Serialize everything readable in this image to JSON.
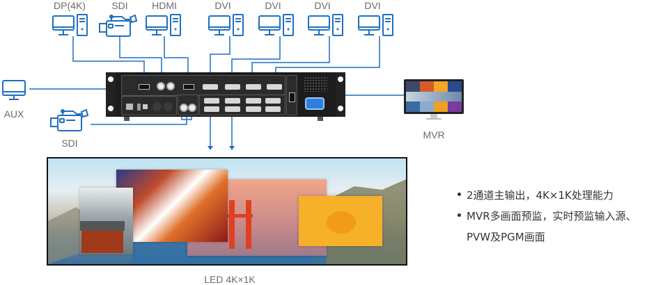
{
  "inputs_top": [
    {
      "label": "DP(4K)",
      "icon": "pc-icon"
    },
    {
      "label": "SDI",
      "icon": "camera-icon"
    },
    {
      "label": "HDMI",
      "icon": "pc-icon"
    },
    {
      "label": "DVI",
      "icon": "pc-icon"
    },
    {
      "label": "DVI",
      "icon": "pc-icon"
    },
    {
      "label": "DVI",
      "icon": "pc-icon"
    },
    {
      "label": "DVI",
      "icon": "pc-icon"
    }
  ],
  "left_side": {
    "aux": {
      "label": "AUX",
      "icon": "monitor-icon"
    },
    "sdi": {
      "label": "SDI",
      "icon": "camera-icon"
    }
  },
  "mvr": {
    "label": "MVR",
    "icon": "monitor-icon"
  },
  "led_screen": {
    "label": "LED 4K×1K"
  },
  "features": [
    {
      "text": "2通道主输出，4K×1K处理能力"
    },
    {
      "text": "MVR多画面预监，实时预监输入源、",
      "continuation": "PVW及PGM画面"
    }
  ],
  "colors": {
    "line": "#1e6fc0",
    "icon": "#1e6fc0",
    "device": "#1c1c1c",
    "text": "#6a6a6a"
  }
}
